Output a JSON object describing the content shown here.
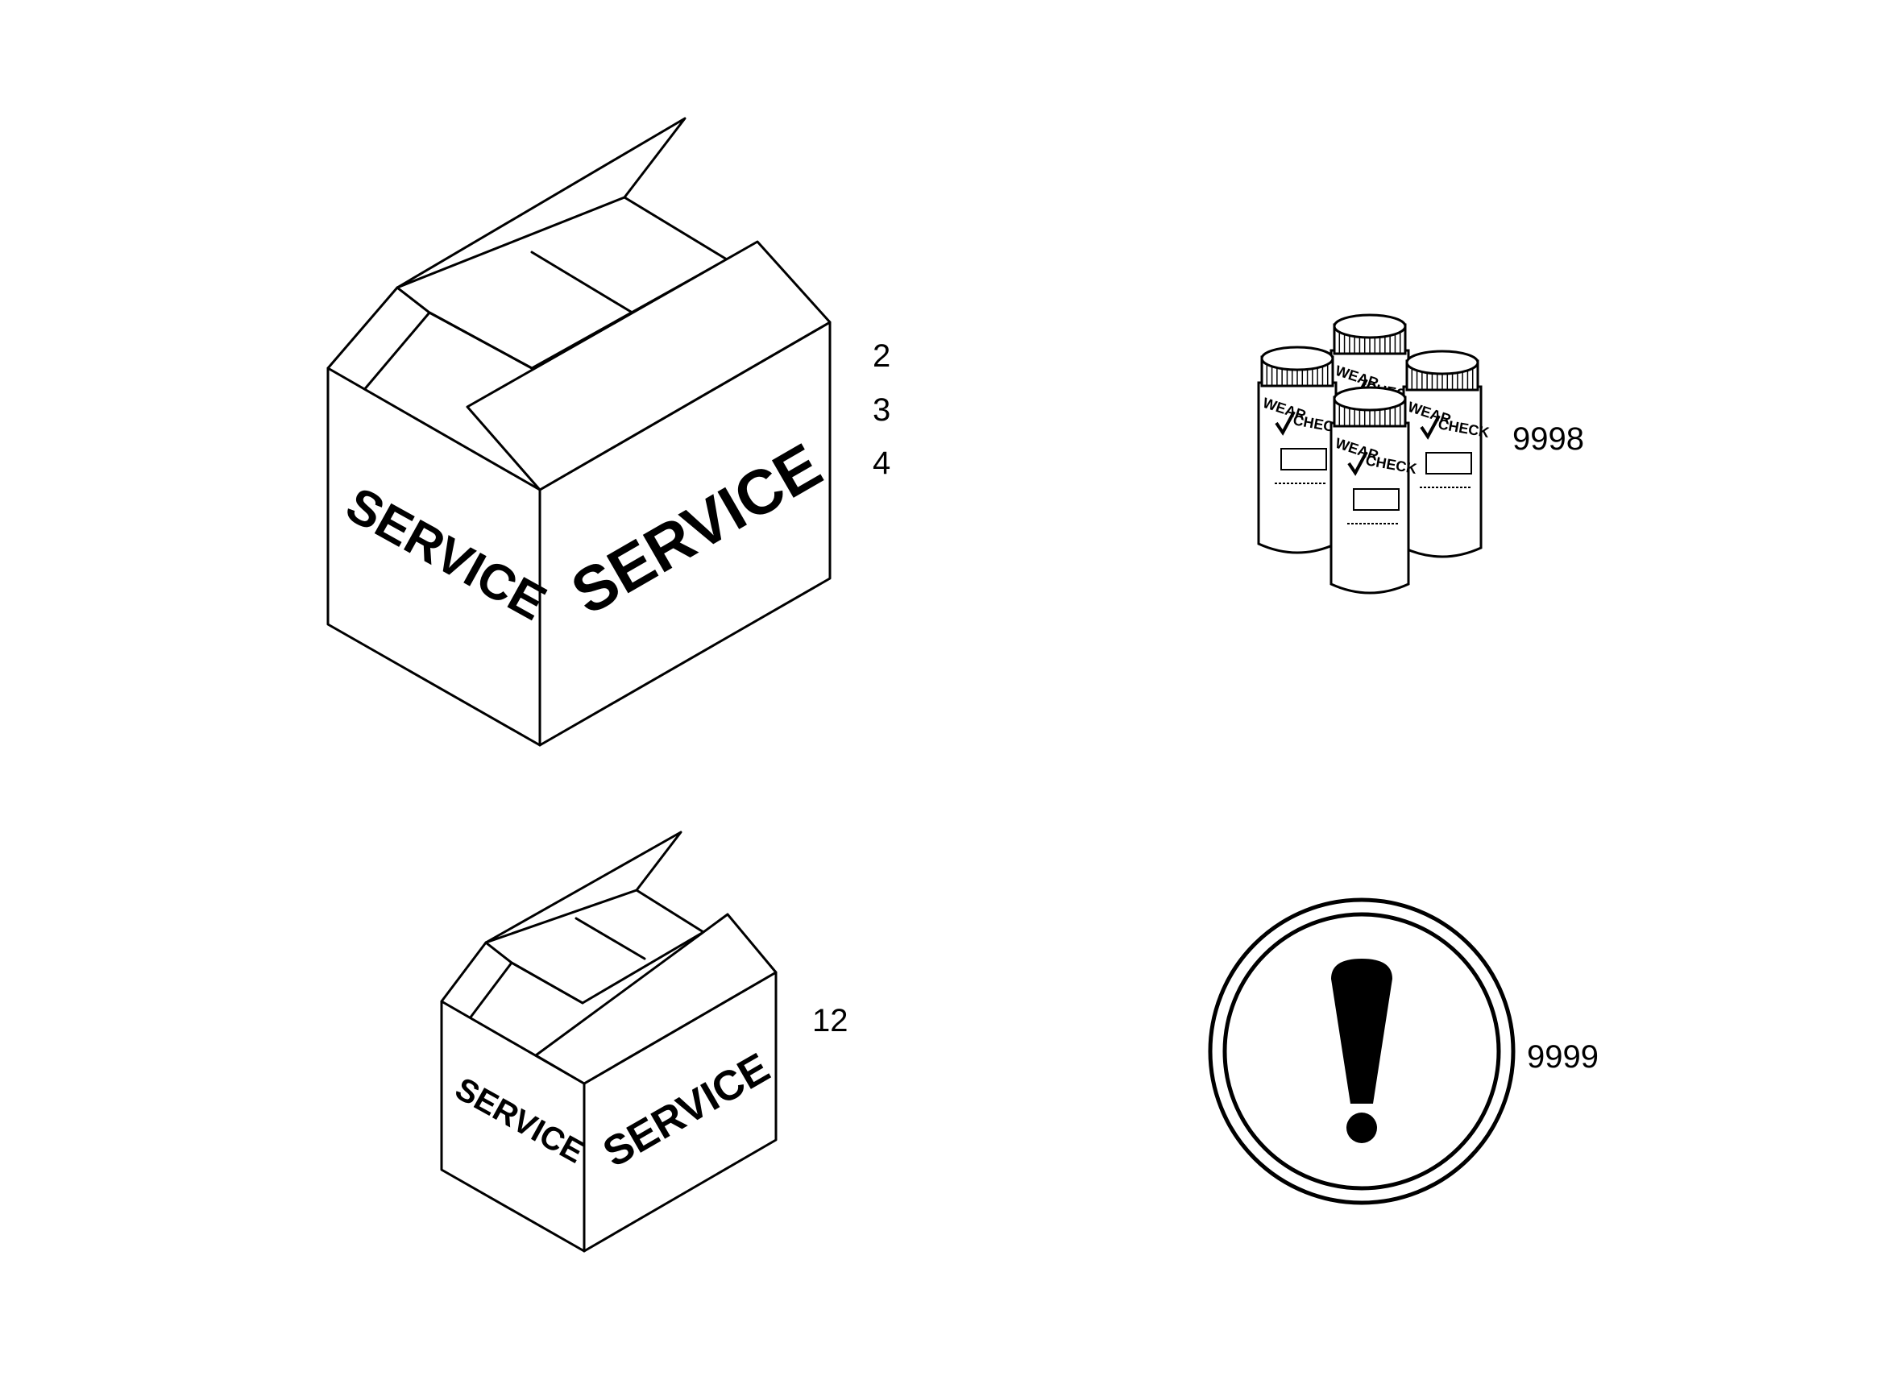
{
  "callouts": {
    "box_large": [
      "2",
      "3",
      "4"
    ],
    "box_small": "12",
    "sample_bottles": "9998",
    "warning_sign": "9999"
  },
  "box_large": {
    "left_face_text": "SERVICE",
    "right_face_text": "SERVICE"
  },
  "box_small": {
    "left_face_text": "SERVICE",
    "right_face_text": "SERVICE"
  },
  "bottles": {
    "brand_top": "WEAR",
    "brand_bottom": "CHECK"
  },
  "icons": {
    "bottles": "oil-sample-bottles-icon",
    "warning": "exclamation-warning-icon"
  }
}
